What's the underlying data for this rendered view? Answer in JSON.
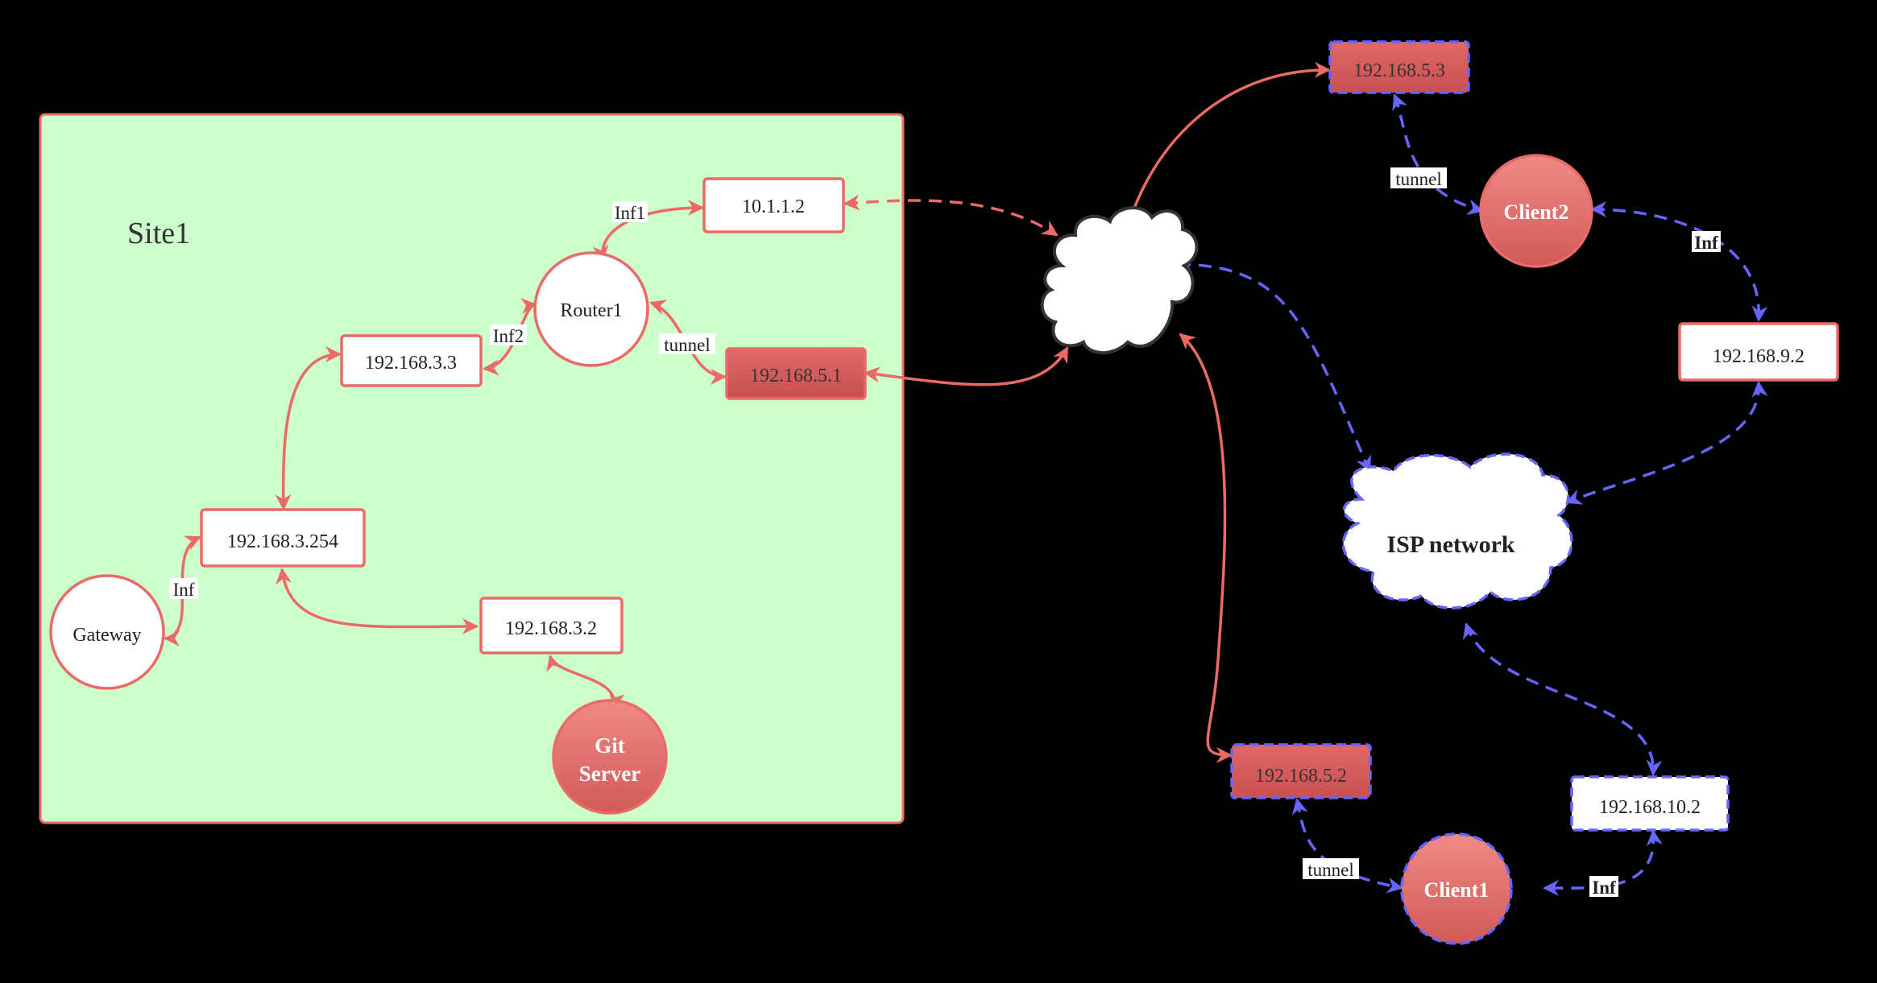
{
  "site": {
    "title": "Site1"
  },
  "nodes": {
    "router1": "Router1",
    "gateway": "Gateway",
    "git_server_line1": "Git",
    "git_server_line2": "Server",
    "n_10_1_1_2": "10.1.1.2",
    "n_192_168_3_3": "192.168.3.3",
    "n_192_168_5_1": "192.168.5.1",
    "n_192_168_3_254": "192.168.3.254",
    "n_192_168_3_2": "192.168.3.2",
    "n_192_168_5_3": "192.168.5.3",
    "n_192_168_5_2": "192.168.5.2",
    "n_192_168_9_2": "192.168.9.2",
    "n_192_168_10_2": "192.168.10.2",
    "client1": "Client1",
    "client2": "Client2",
    "isp_network": "ISP network"
  },
  "edge_labels": {
    "inf1": "Inf1",
    "inf2": "Inf2",
    "tunnel_router": "tunnel",
    "inf_gateway": "Inf",
    "tunnel_client2": "tunnel",
    "inf_client2": "Inf",
    "tunnel_client1": "tunnel",
    "inf_client1": "Inf"
  },
  "colors": {
    "background": "#000000",
    "site_fill": "#ccffcc",
    "node_stroke": "#ea6b66",
    "node_fill": "#ffffff",
    "accent_fill": "#e06868",
    "tunnel_link": "#6666ff",
    "cloud_stroke": "#333333"
  }
}
